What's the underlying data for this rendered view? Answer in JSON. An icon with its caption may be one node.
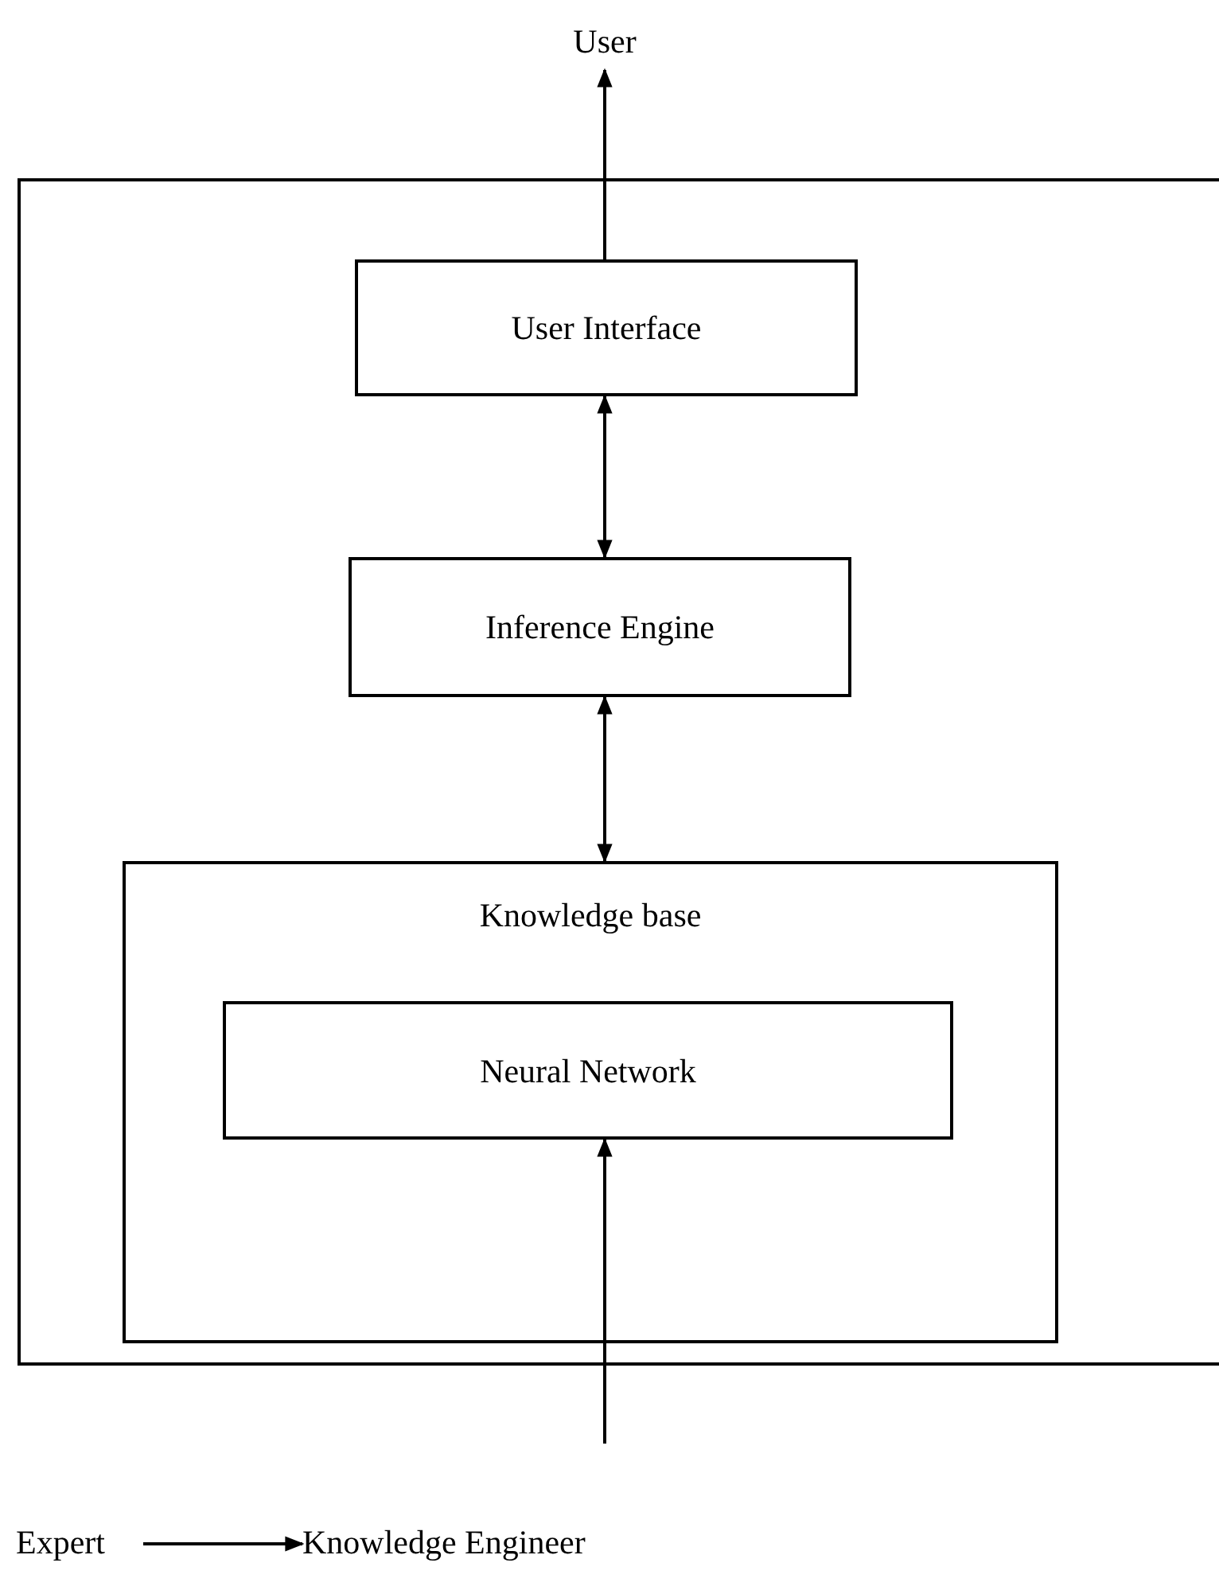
{
  "diagram": {
    "nodes": [
      {
        "text": [
          "User"
        ]
      },
      {
        "text": [],
        "shape": "box"
      },
      {
        "text": [
          "User Interface"
        ],
        "in": 1
      },
      {
        "text": [
          "Inference Engine"
        ],
        "in": 1
      },
      {
        "text": [
          "Knowledge base"
        ],
        "in": 1
      },
      {
        "text": [
          "Neural Network"
        ],
        "in": 4
      },
      {
        "text": [
          "Expert"
        ]
      },
      {
        "text": [
          "Knowledge Engineer"
        ]
      }
    ],
    "edges": [
      {
        "from": 2,
        "to": 0,
        "arrow": "to"
      },
      {
        "from": 2,
        "to": 3,
        "arrow": "both"
      },
      {
        "from": 3,
        "to": 4,
        "arrow": "both"
      },
      {
        "from": null,
        "to": 5,
        "arrow": "to"
      },
      {
        "from": 6,
        "to": 7,
        "arrow": "to"
      }
    ]
  }
}
